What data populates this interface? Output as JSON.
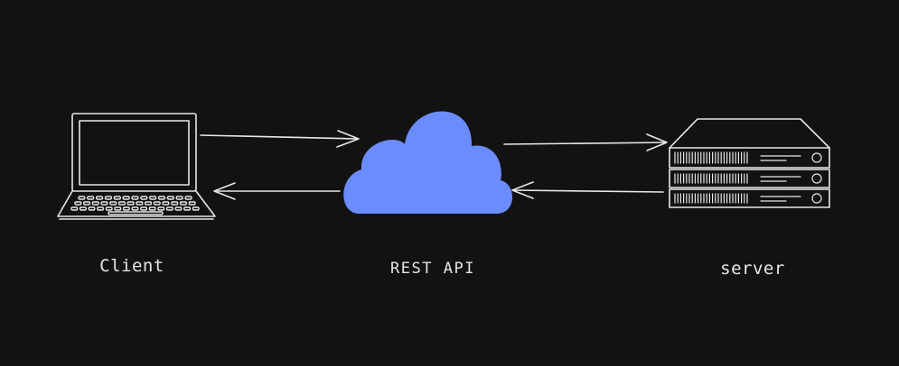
{
  "nodes": {
    "client": {
      "label": "Client",
      "icon": "laptop-icon"
    },
    "api": {
      "label": "REST API",
      "icon": "cloud-icon"
    },
    "server": {
      "label": "server",
      "icon": "server-rack-icon"
    }
  },
  "edges": [
    {
      "from": "client",
      "to": "api",
      "direction": "right"
    },
    {
      "from": "api",
      "to": "client",
      "direction": "left"
    },
    {
      "from": "api",
      "to": "server",
      "direction": "right"
    },
    {
      "from": "server",
      "to": "api",
      "direction": "left"
    }
  ],
  "colors": {
    "background": "#121212",
    "stroke": "#e8e8e8",
    "cloud_fill": "#6b8cff"
  }
}
